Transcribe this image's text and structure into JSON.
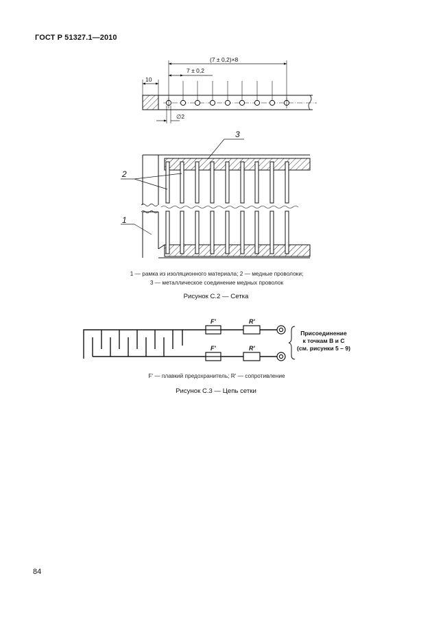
{
  "header": {
    "standard": "ГОСТ Р 51327.1—2010"
  },
  "figure_c2": {
    "dimensions": {
      "overall": "(7 ± 0,2)×8",
      "pitch": "7 ± 0,2",
      "offset": "10",
      "diameter": "∅2"
    },
    "callouts": {
      "frame": "1",
      "wires": "2",
      "connection": "3"
    },
    "legend": {
      "line1": "1 — рамка из изоляционного материала; 2 — медные проволоки;",
      "line2": "3 — металлическое соединение медных проволок"
    },
    "caption": "Рисунок С.2 — Сетка"
  },
  "figure_c3": {
    "fuse_label": "F'",
    "resistor_label": "R'",
    "connection_note": {
      "line1": "Присоединение",
      "line2": "к точкам B и C",
      "line3": "(см. рисунки 5 – 9)"
    },
    "legend": "F' — плавкий предохранитель; R' — сопротивление",
    "caption": "Рисунок С.3 — Цепь сетки"
  },
  "footer": {
    "page_number": "84"
  }
}
